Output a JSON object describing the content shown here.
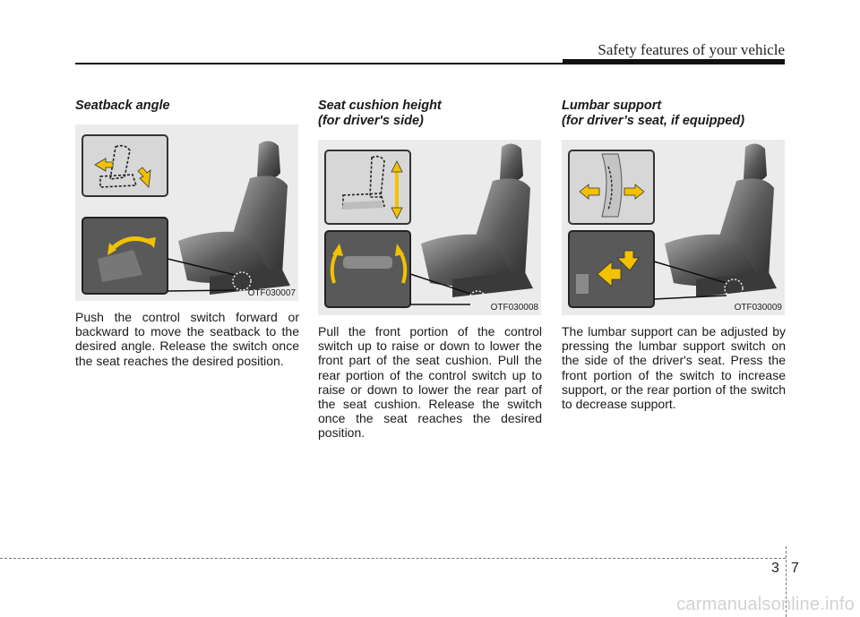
{
  "header": {
    "title": "Safety features of your vehicle"
  },
  "sections": [
    {
      "title": "Seatback angle",
      "subtitle": "",
      "figure_code": "OTF030007",
      "body": "Push the control switch forward or backward to move the seatback to the desired angle. Release the switch once the seat reaches the desired position."
    },
    {
      "title": "Seat cushion height",
      "subtitle": "(for driver's side)",
      "figure_code": "OTF030008",
      "body": "Pull the front portion of the control switch up to raise or down to lower the front part of the seat cushion. Pull the rear portion of the control switch up to raise or down to lower the rear part of the seat cushion. Release the switch once the seat reaches the desired position."
    },
    {
      "title": "Lumbar support",
      "subtitle": "(for driver’s seat, if equipped)",
      "figure_code": "OTF030009",
      "body": "The lumbar support can be adjusted by pressing the lumbar support switch on the side of the driver's seat. Press the front portion of the switch to increase support, or the rear portion of the switch to decrease support."
    }
  ],
  "footer": {
    "chapter": "3",
    "page": "7"
  },
  "watermark": "carmanualsonline.info",
  "colors": {
    "arrow": "#f2c200",
    "rule": "#111111",
    "figure_bg": "#ebebeb"
  }
}
